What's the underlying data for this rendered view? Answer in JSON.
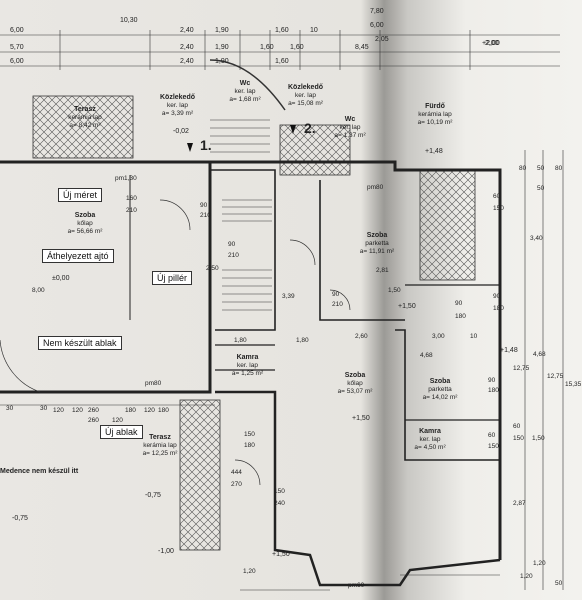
{
  "rooms": [
    {
      "id": "terrace_top",
      "name": "Terasz",
      "floor": "kerámia lap",
      "area": "a= 8,42 m²"
    },
    {
      "id": "hall_1",
      "name": "Közlekedő",
      "floor": "ker. lap",
      "area": "a= 3,39 m²"
    },
    {
      "id": "wc_1",
      "name": "Wc",
      "floor": "ker. lap",
      "area": "a= 1,68 m²"
    },
    {
      "id": "hall_2",
      "name": "Közlekedő",
      "floor": "ker. lap",
      "area": "a= 15,08 m²"
    },
    {
      "id": "wc_2",
      "name": "Wc",
      "floor": "ker. lap",
      "area": "a= 1,37 m²"
    },
    {
      "id": "bath",
      "name": "Fürdő",
      "floor": "kerámia lap",
      "area": "a= 10,19 m²"
    },
    {
      "id": "room_left",
      "name": "Szoba",
      "floor": "kőlap",
      "area": "a= 56,66 m²"
    },
    {
      "id": "room_parquet_1",
      "name": "Szoba",
      "floor": "parketta",
      "area": "a= 11,91 m²"
    },
    {
      "id": "pantry_1",
      "name": "Kamra",
      "floor": "ker. lap",
      "area": "a= 1,25 m²"
    },
    {
      "id": "room_center",
      "name": "Szoba",
      "floor": "kőlap",
      "area": "a= 53,07 m²"
    },
    {
      "id": "room_parquet_2",
      "name": "Szoba",
      "floor": "parketta",
      "area": "a= 14,02 m²"
    },
    {
      "id": "pantry_2",
      "name": "Kamra",
      "floor": "ker. lap",
      "area": "a= 4,50 m²"
    },
    {
      "id": "terrace_bottom",
      "name": "Terasz",
      "floor": "kerámia lap",
      "area": "a= 12,25 m²"
    }
  ],
  "callouts": {
    "new_size": "Új méret",
    "moved_door": "Áthelyezett ajtó",
    "new_pillar": "Új pillér",
    "not_built_window": "Nem készült ablak",
    "new_window": "Új ablak",
    "pool_not_here": "Medence nem készül itt"
  },
  "section_marks": [
    "1.",
    "2."
  ],
  "levels": [
    "±0,00",
    "-0,02",
    "+1,48",
    "+1,48",
    "+1,50",
    "+1,50",
    "+1,50",
    "+2,00",
    "-0,75",
    "-0,75",
    "-1,00"
  ],
  "top_dims": {
    "row1": [
      "6,00",
      "10,30",
      "2,40",
      "1,90",
      "1,60",
      "10",
      "7,80"
    ],
    "row2": [
      "5,70",
      "2,40",
      "1,90",
      "1,60",
      "1,60",
      "8,45",
      "6,00"
    ],
    "row3": [
      "6,00",
      "2,40",
      "1,90",
      "1,60",
      "2,05",
      "2,00"
    ]
  },
  "inner_dims": [
    "pm1,30",
    "160",
    "210",
    "90",
    "210",
    "90",
    "210",
    "2,50",
    "1,80",
    "90",
    "210",
    "1,80",
    "3,39",
    "2,81",
    "1,50",
    "3,00",
    "2,60",
    "10",
    "4,68",
    "444",
    "270",
    "150",
    "180",
    "150",
    "240",
    "120",
    "260",
    "120",
    "180",
    "90",
    "180",
    "60",
    "150",
    "pm80",
    "pm60",
    "pm80",
    "1,20",
    "1,20"
  ],
  "right_dims": [
    "80",
    "50",
    "80",
    "50",
    "60",
    "150",
    "3,40",
    "12,75",
    "4,68",
    "12,75",
    "15,35",
    "90",
    "180",
    "90",
    "180",
    "60",
    "150",
    "1,50",
    "2,87",
    "1,20",
    "50"
  ],
  "left_dims": [
    "8,00",
    "30",
    "120",
    "260",
    "120",
    "180",
    "30"
  ]
}
